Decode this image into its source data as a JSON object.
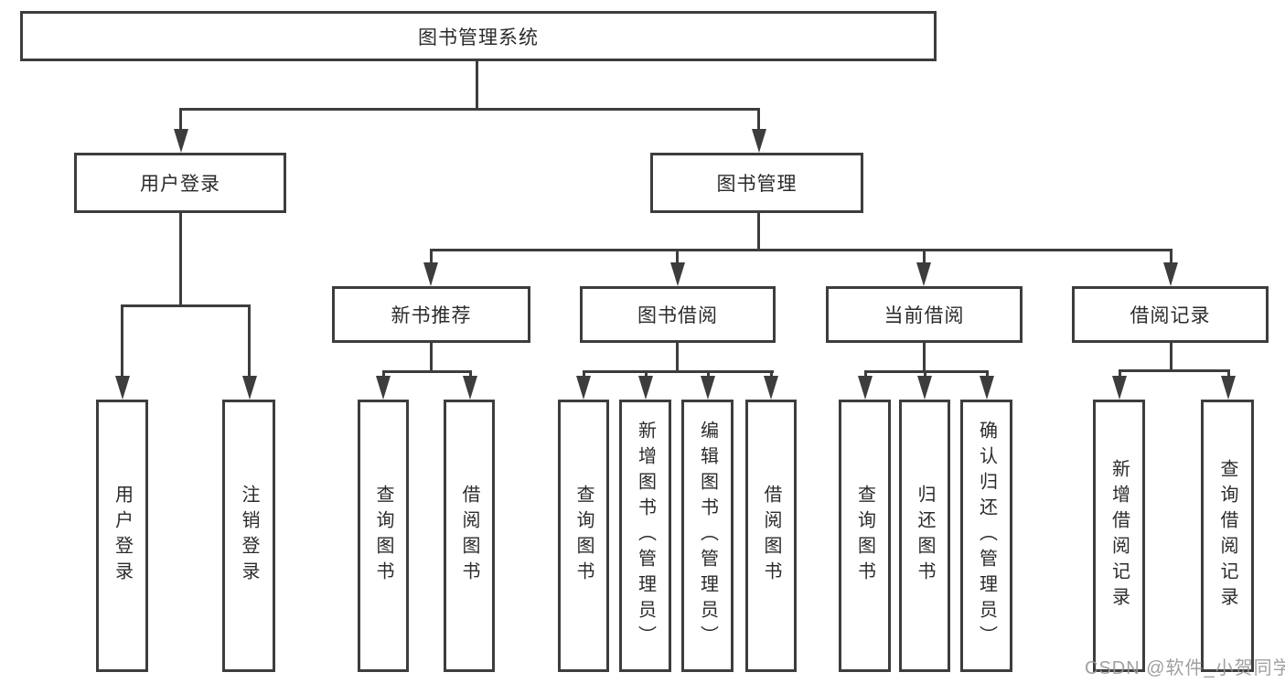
{
  "root": {
    "label": "图书管理系统"
  },
  "branches": {
    "userLogin": {
      "label": "用户登录",
      "children": {
        "login": "用户登录",
        "logout": "注销登录"
      }
    },
    "bookManagement": {
      "label": "图书管理",
      "sections": {
        "newBooks": {
          "label": "新书推荐",
          "children": {
            "query": "查询图书",
            "borrow": "借阅图书"
          }
        },
        "borrowing": {
          "label": "图书借阅",
          "children": {
            "query": "查询图书",
            "add": "新增图书（管理员）",
            "edit": "编辑图书（管理员）",
            "borrow": "借阅图书"
          }
        },
        "current": {
          "label": "当前借阅",
          "children": {
            "query": "查询图书",
            "return": "归还图书",
            "confirm": "确认归还（管理员）"
          }
        },
        "records": {
          "label": "借阅记录",
          "children": {
            "add": "新增借阅记录",
            "query": "查询借阅记录"
          }
        }
      }
    }
  },
  "watermark": "CSDN @软件_小贺同学",
  "colors": {
    "line": "#3d3d3d",
    "text": "#2b2b2b",
    "watermark": "#969696",
    "background": "#ffffff"
  }
}
